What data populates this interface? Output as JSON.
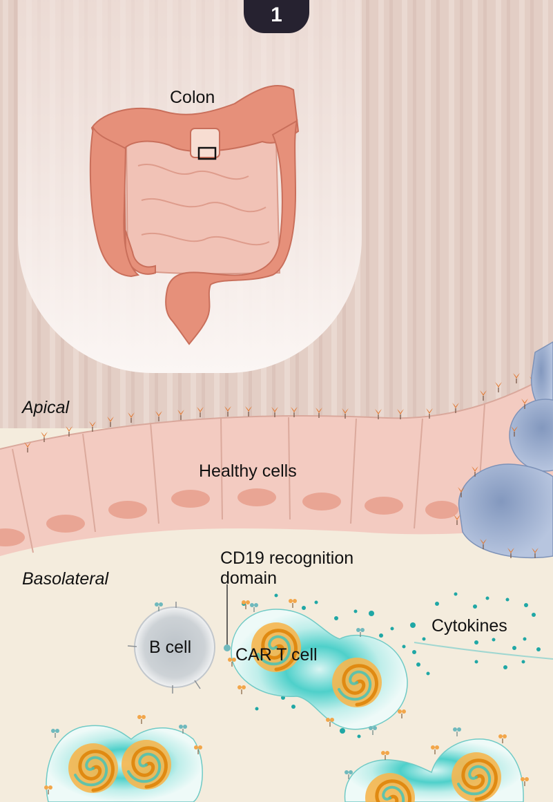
{
  "step": {
    "number": "1"
  },
  "labels": {
    "colon": "Colon",
    "apical": "Apical",
    "healthy_cells": "Healthy cells",
    "basolateral": "Basolateral",
    "cd19_line1": "CD19 recognition",
    "cd19_line2": "domain",
    "cytokines": "Cytokines",
    "b_cell": "B cell",
    "car_t_cell": "CAR T cell"
  },
  "colors": {
    "background_tissue": "#e6d3cb",
    "lumen_panel": "#f5ece9",
    "badge": "#262230",
    "colon": "#e6907a",
    "small_intestine": "#f1c2b6",
    "epithelium": "#f3cbc1",
    "nucleus": "#e9a594",
    "receptor": "#e0772f",
    "tumor": "#9aafcf",
    "basolateral_space": "#f4ecdd",
    "car_t_glow": "#32c6c0",
    "car_t_core": "#f29b27",
    "b_cell": "#c9cdd2",
    "cytokine": "#1fa7a5"
  },
  "icons": {
    "colon": "colon-organ-icon",
    "zoom_box": "zoom-region-icon",
    "b_cell": "b-cell-icon",
    "car_t": "car-t-cell-icon",
    "cytokine": "cytokine-dot-icon"
  }
}
